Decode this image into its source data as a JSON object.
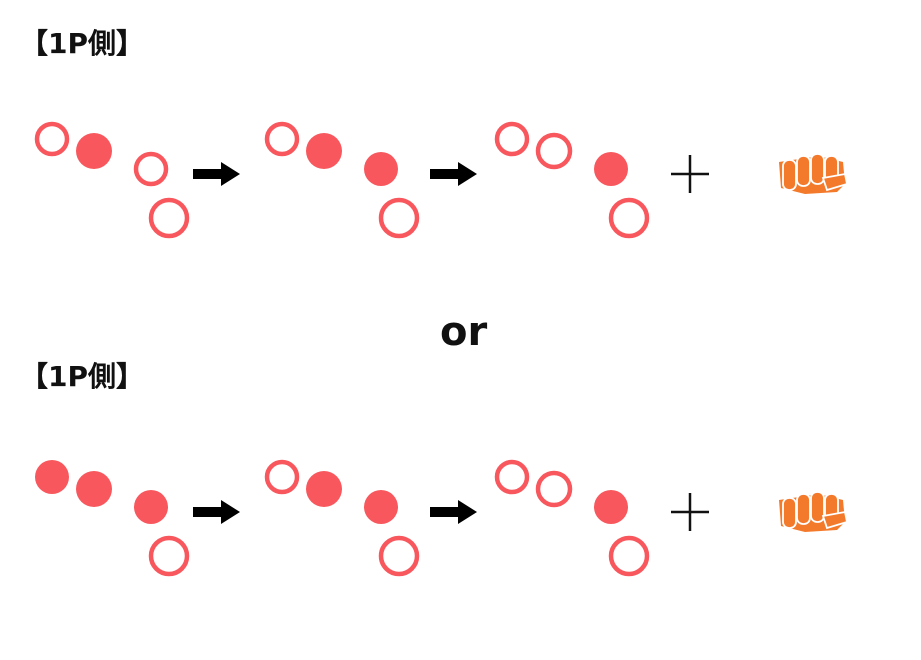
{
  "labels": {
    "first": "【1P側】",
    "separator": "or",
    "second": "【1P側】"
  },
  "colors": {
    "dot": "#f8585d",
    "arrow": "#000000",
    "plus": "#111111",
    "punch": "#f47a2b"
  },
  "icons": {
    "arrow": "right-arrow-icon",
    "plus": "plus-icon",
    "punch": "punch-icon"
  },
  "sequences": [
    {
      "name": "sequence-1",
      "steps": [
        [
          true,
          false,
          true,
          true
        ],
        [
          true,
          false,
          false,
          true
        ],
        [
          true,
          true,
          false,
          true
        ]
      ]
    },
    {
      "name": "sequence-2",
      "steps": [
        [
          false,
          false,
          false,
          true
        ],
        [
          true,
          false,
          false,
          true
        ],
        [
          true,
          true,
          false,
          true
        ]
      ]
    }
  ]
}
